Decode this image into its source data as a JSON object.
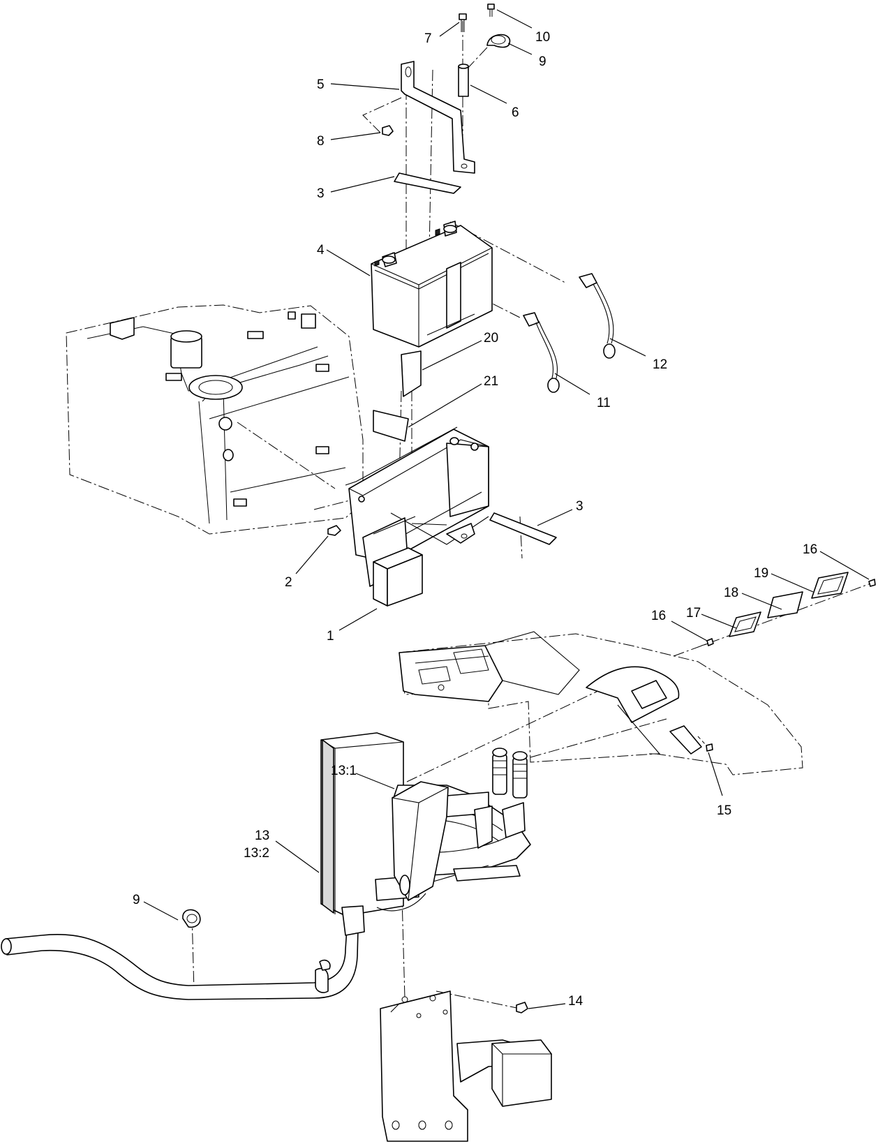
{
  "callouts": [
    {
      "key": "c10",
      "text": "10"
    },
    {
      "key": "c7",
      "text": "7"
    },
    {
      "key": "c9a",
      "text": "9"
    },
    {
      "key": "c5",
      "text": "5"
    },
    {
      "key": "c6",
      "text": "6"
    },
    {
      "key": "c8",
      "text": "8"
    },
    {
      "key": "c3a",
      "text": "3"
    },
    {
      "key": "c4",
      "text": "4"
    },
    {
      "key": "c20",
      "text": "20"
    },
    {
      "key": "c12",
      "text": "12"
    },
    {
      "key": "c21",
      "text": "21"
    },
    {
      "key": "c11",
      "text": "11"
    },
    {
      "key": "c3b",
      "text": "3"
    },
    {
      "key": "c2",
      "text": "2"
    },
    {
      "key": "c16a",
      "text": "16"
    },
    {
      "key": "c19",
      "text": "19"
    },
    {
      "key": "c18",
      "text": "18"
    },
    {
      "key": "c17",
      "text": "17"
    },
    {
      "key": "c1",
      "text": "1"
    },
    {
      "key": "c16b",
      "text": "16"
    },
    {
      "key": "c15",
      "text": "15"
    },
    {
      "key": "c13-1",
      "text": "13:1"
    },
    {
      "key": "c13",
      "text": "13"
    },
    {
      "key": "c13-2",
      "text": "13:2"
    },
    {
      "key": "c9b",
      "text": "9"
    },
    {
      "key": "c14",
      "text": "14"
    }
  ]
}
